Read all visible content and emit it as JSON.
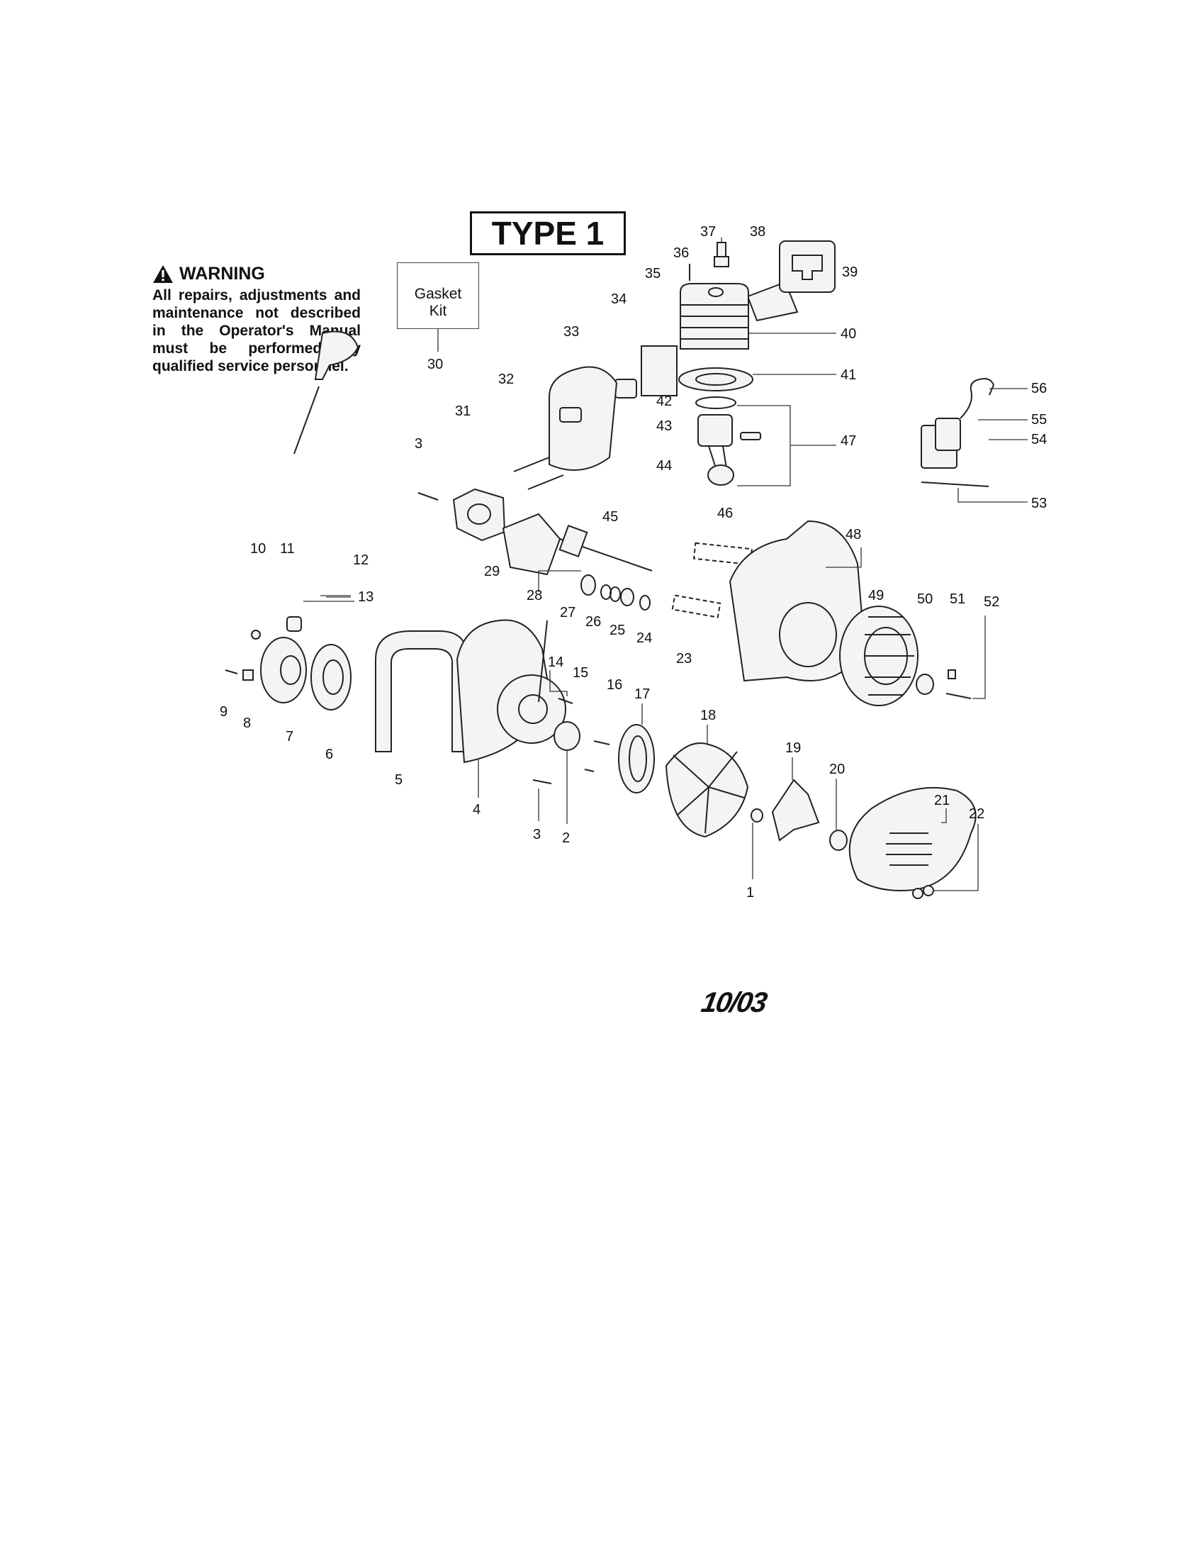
{
  "header": {
    "type_label": "TYPE 1"
  },
  "warning": {
    "title": "WARNING",
    "text": "All repairs, adjustments and maintenance not described in the Operator's Manual must be performed by qualified service personnel."
  },
  "gasket_kit": {
    "line1": "Gasket",
    "line2": "Kit",
    "number": "30"
  },
  "footer": {
    "date_code": "10/03"
  },
  "callouts": [
    "1",
    "2",
    "3",
    "3",
    "4",
    "5",
    "6",
    "7",
    "8",
    "9",
    "10",
    "11",
    "12",
    "13",
    "14",
    "15",
    "16",
    "17",
    "18",
    "19",
    "20",
    "21",
    "22",
    "23",
    "24",
    "25",
    "26",
    "27",
    "28",
    "29",
    "31",
    "32",
    "33",
    "34",
    "35",
    "36",
    "37",
    "38",
    "39",
    "40",
    "41",
    "42",
    "43",
    "44",
    "45",
    "46",
    "47",
    "48",
    "49",
    "50",
    "51",
    "52",
    "53",
    "54",
    "55",
    "56"
  ]
}
